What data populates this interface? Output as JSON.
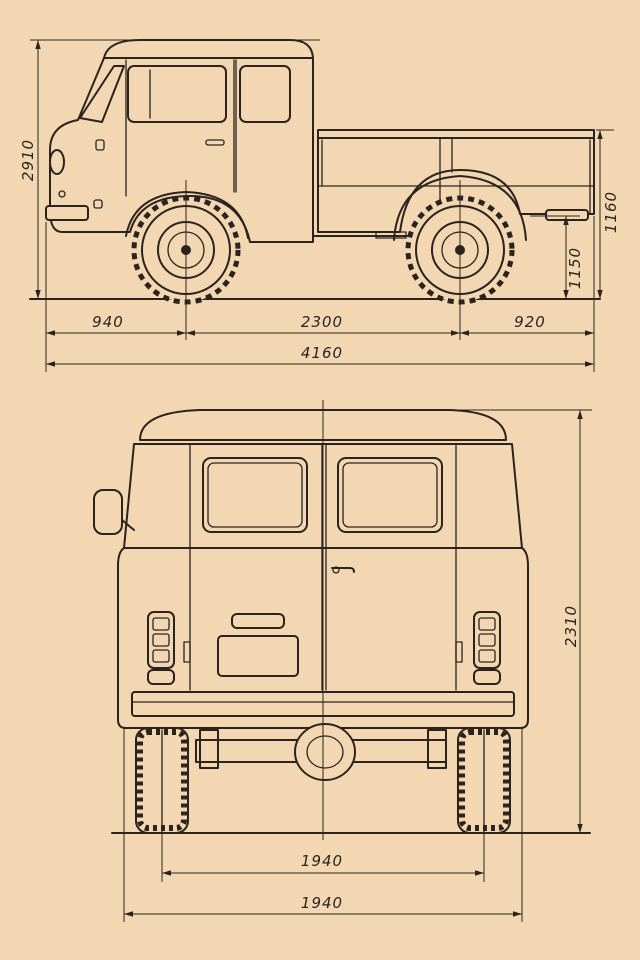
{
  "side_view": {
    "height_total": "2910",
    "bed_height": "1160",
    "bed_floor": "1150",
    "front_overhang": "940",
    "wheelbase": "2300",
    "rear_overhang": "920",
    "length_total": "4160"
  },
  "rear_view": {
    "height_total": "2310",
    "track": "1940",
    "width_total": "1940"
  }
}
